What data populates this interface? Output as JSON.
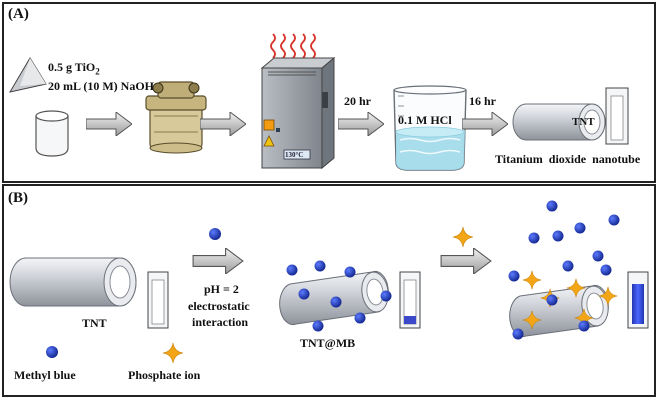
{
  "panel_a": {
    "label": "(A)",
    "reagent_line1_prefix": "0.5 g TiO",
    "reagent_line1_sub": "2",
    "reagent_line2": "20 mL (10 M) NaOH",
    "oven_display": "130°C",
    "step_20hr": "20 hr",
    "beaker_label": "0.1 M HCl",
    "step_16hr": "16 hr",
    "tube_label": "TNT",
    "product_label": "Titanium  dioxide  nanotube"
  },
  "panel_b": {
    "label": "(B)",
    "tnt_label": "TNT",
    "condition_ph": "pH = 2",
    "condition_line2": "electrostatic",
    "condition_line3": "interaction",
    "complex_label": "TNT@MB",
    "legend_methyl_blue": "Methyl blue",
    "legend_phosphate": "Phosphate ion"
  },
  "colors": {
    "methyl_blue": "#1f3fb8",
    "phosphate_ion": "#f2a516",
    "cuvette_blue": "#3b48c9",
    "oven_body": "#9aa0a6",
    "steam": "#d9342b",
    "solution": "#9fd9ea"
  }
}
